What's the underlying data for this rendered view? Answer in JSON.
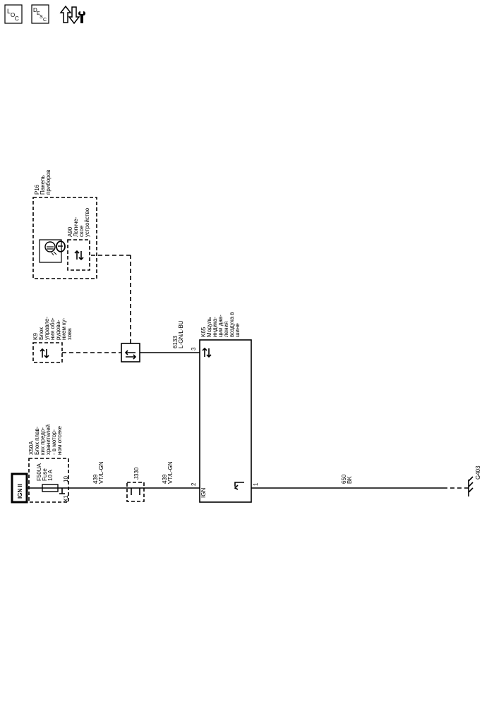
{
  "toolbar": {
    "loc_button": {
      "top_letter": "L",
      "sub_letter_1": "O",
      "sub_letter_2": "C"
    },
    "desc_button": {
      "top_letter": "D",
      "sub_letter_1": "E",
      "sub_letter_2": "S",
      "sub_letter_3": "C"
    },
    "diag_icon": "wrench-arrows-icon"
  },
  "diagram": {
    "ign_label": "IGN II",
    "x50a": {
      "code": "X50A",
      "line1": "Блок плав-",
      "line2": "ких предо-",
      "line3": "хранителей",
      "line4": "- в мотор-",
      "line5": "ном отсеке"
    },
    "fuse": {
      "code": "F50UA",
      "line1": "Fuse",
      "line2": "10 A"
    },
    "x1": "X1",
    "x1_pin": "10",
    "wire_439a": {
      "num": "439",
      "color": "VT/L-GN"
    },
    "j330": "J330",
    "wire_439b": {
      "num": "439",
      "color": "VT/L-GN"
    },
    "k65_pin_ign": "2",
    "k65_ign_text": "IGN",
    "k65_pin_gnd": "1",
    "k65_pin_data": "3",
    "wire_650": {
      "num": "650",
      "color": "BK"
    },
    "ground": "G403",
    "wire_6133": {
      "num": "6133",
      "color": "L-GN/L-BU"
    },
    "k65": {
      "code": "K65",
      "line1": "Модуль",
      "line2": "индика-",
      "line3": "ции дав-",
      "line4": "ления",
      "line5": "воздуха в",
      "line6": "шине"
    },
    "k9": {
      "code": "K9",
      "line1": "Блок",
      "line2": "управле-",
      "line3": "ния обо-",
      "line4": "рудова-",
      "line5": "нием ку-",
      "line6": "зова"
    },
    "p16": {
      "code": "P16",
      "line1": "Панель",
      "line2": "приборов"
    },
    "a90": {
      "code": "A90",
      "line1": "Логиче-",
      "line2": "ское",
      "line3": "устройство"
    }
  }
}
